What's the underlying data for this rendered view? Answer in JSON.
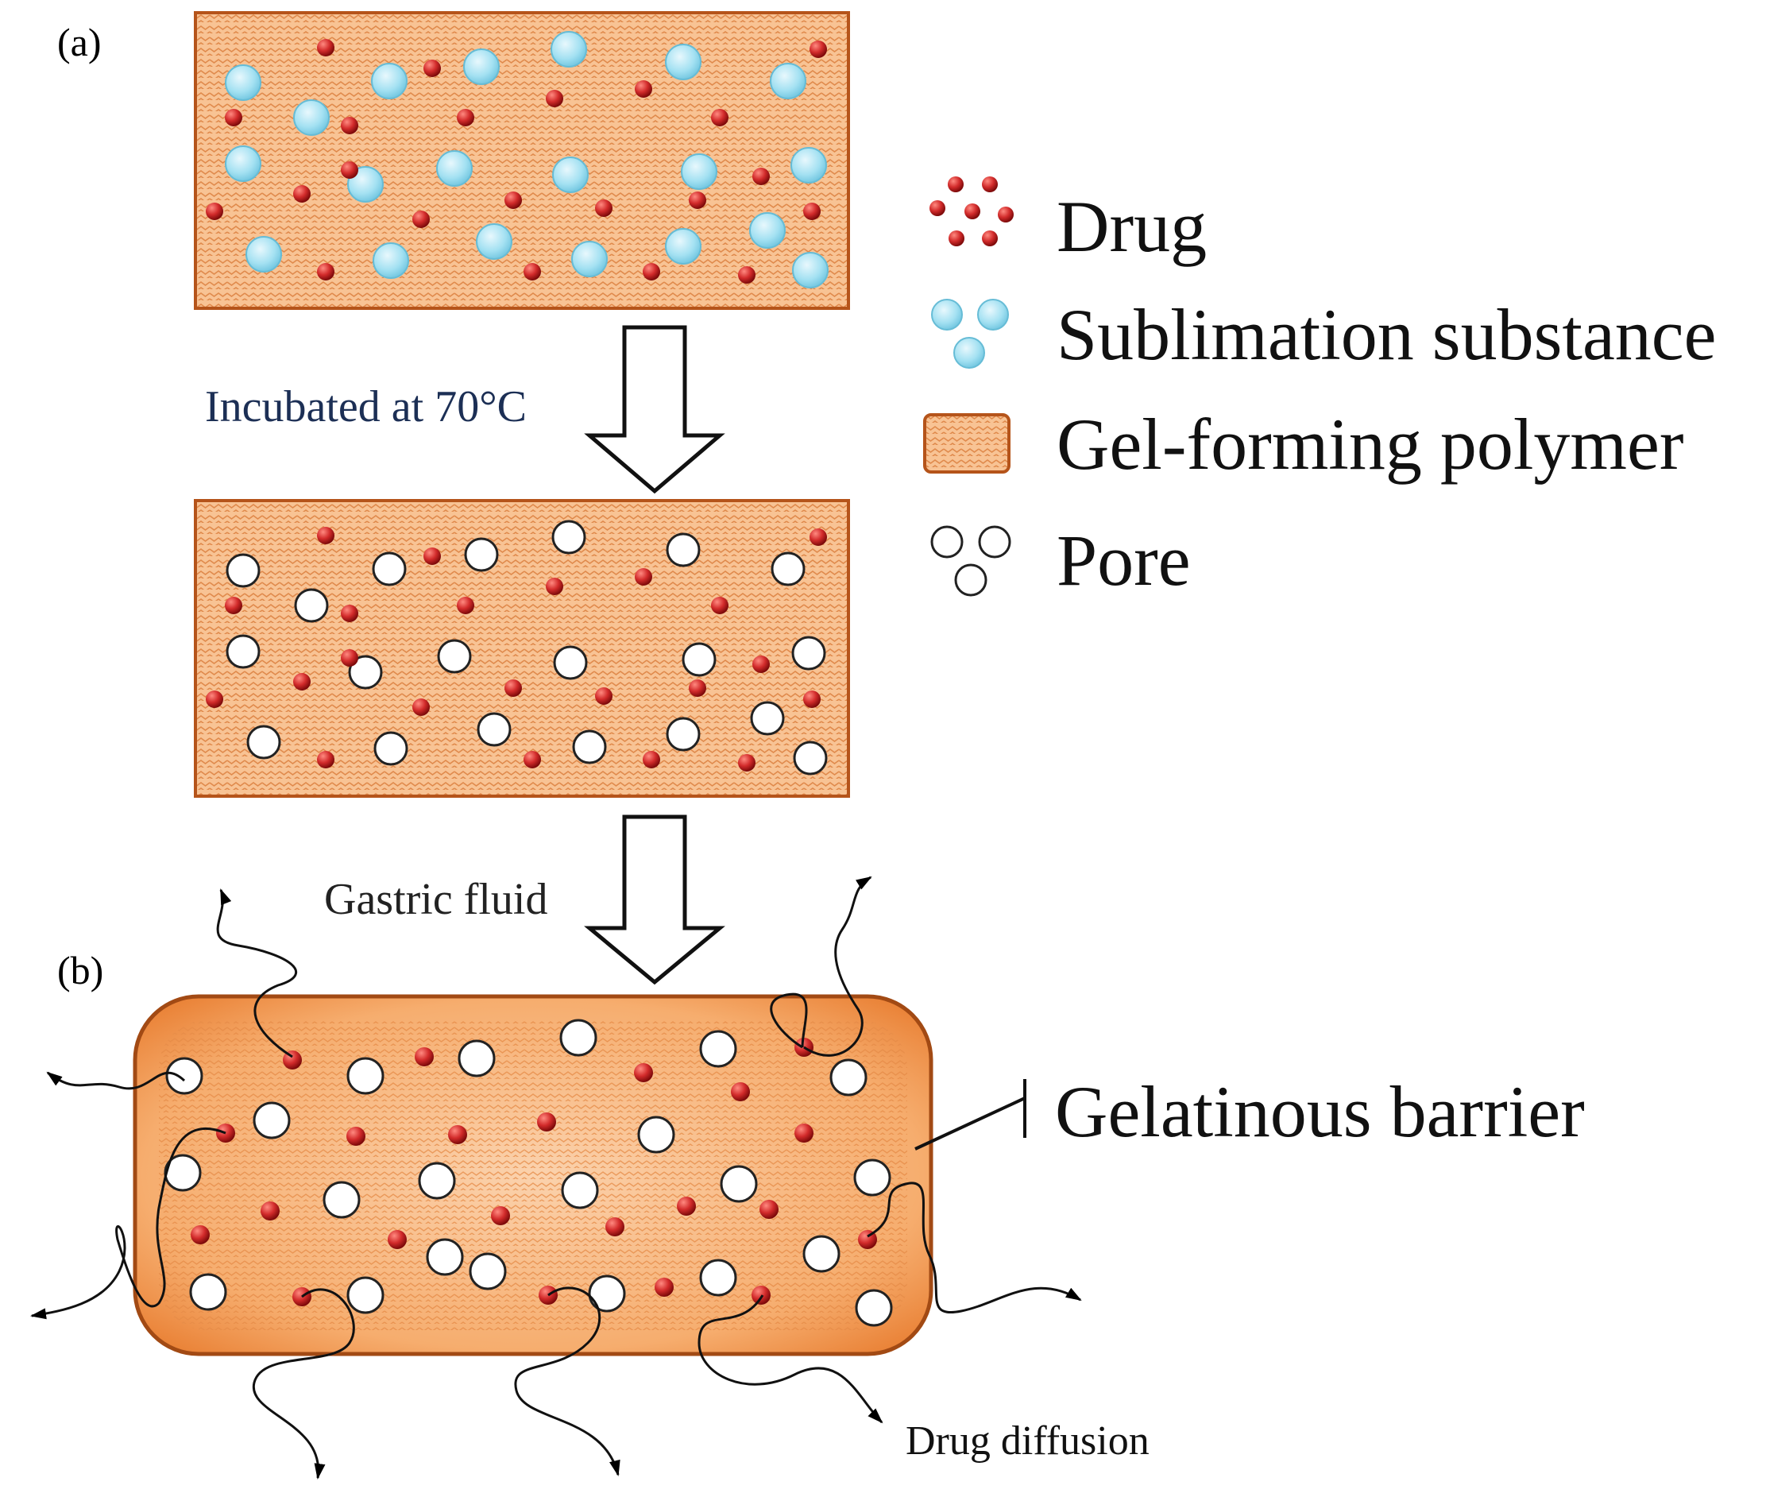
{
  "panels": {
    "a_label": "(a)",
    "b_label": "(b)"
  },
  "legend": [
    {
      "key": "drug",
      "label": "Drug",
      "color": "#c4161c"
    },
    {
      "key": "sublimation",
      "label": "Sublimation substance",
      "color": "#8fd8ee"
    },
    {
      "key": "polymer",
      "label": "Gel-forming polymer",
      "color": "#f6b27a"
    },
    {
      "key": "pore",
      "label": "Pore",
      "color": "#ffffff"
    }
  ],
  "steps": {
    "incubation": "Incubated at 70°C",
    "gastric": "Gastric fluid"
  },
  "annotations": {
    "barrier": "Gelatinous barrier",
    "diffusion": "Drug diffusion"
  },
  "colors": {
    "polymer_fill": "#f6b27a",
    "polymer_stroke": "#b5541a",
    "barrier_fill": "#ee8a3a",
    "barrier_stroke": "#a24a14",
    "drug": "#c4161c",
    "sublimation": "#8fd8ee"
  }
}
